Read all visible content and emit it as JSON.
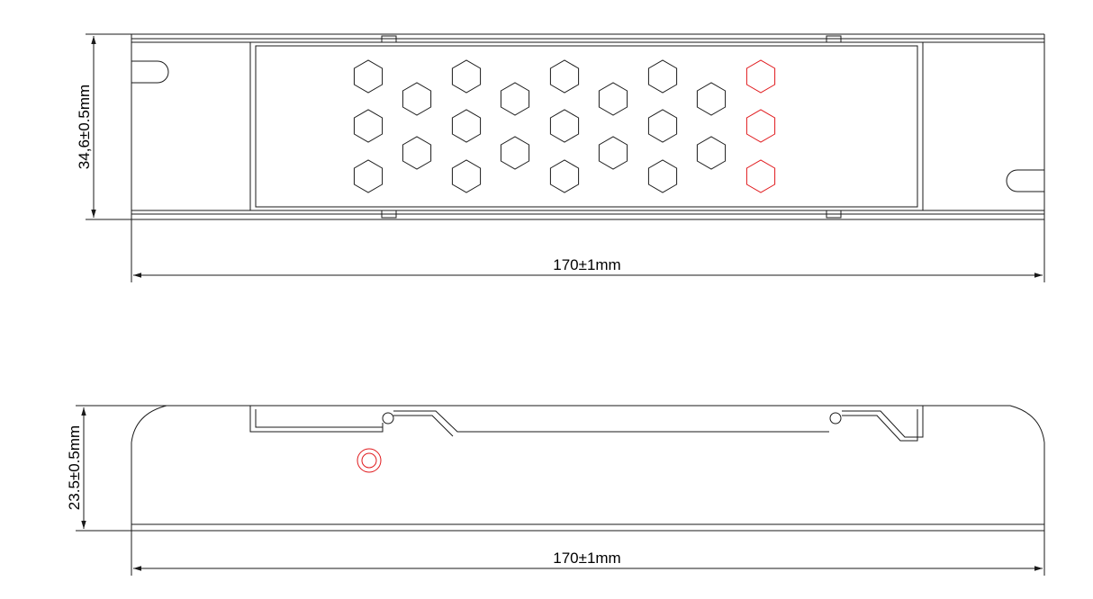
{
  "top_view": {
    "height_label": "34,6±0.5mm",
    "width_label": "170±1mm"
  },
  "side_view": {
    "height_label": "23.5±0.5mm",
    "width_label": "170±1mm"
  },
  "colors": {
    "line": "#1a1a1a",
    "highlight": "#e0181b"
  }
}
